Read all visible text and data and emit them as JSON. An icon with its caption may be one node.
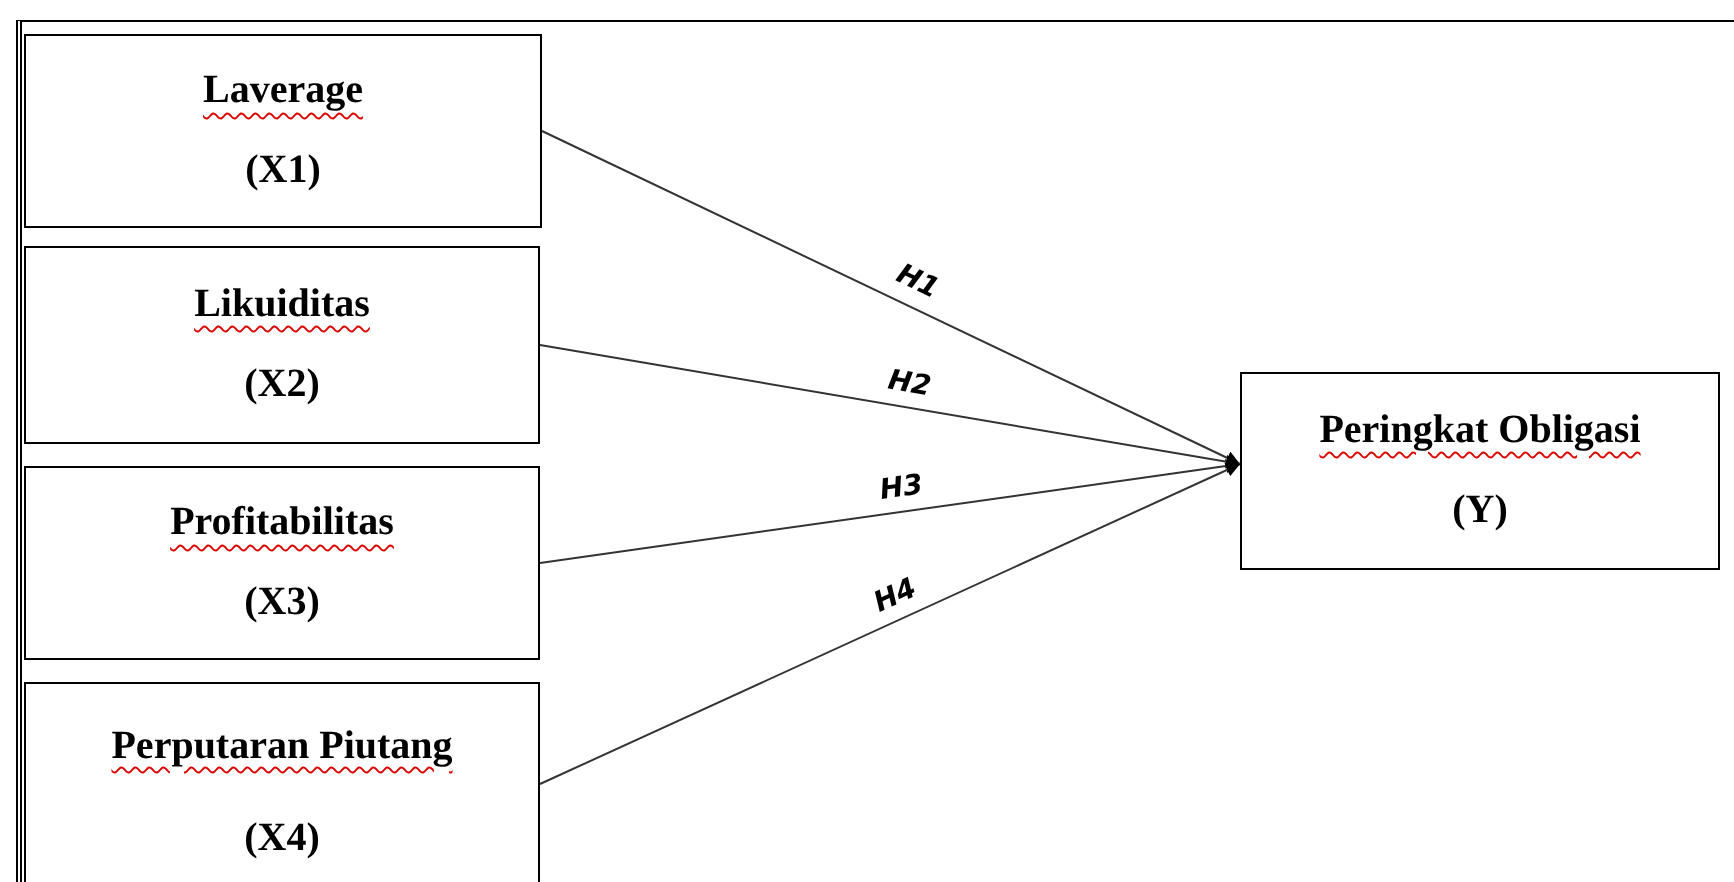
{
  "diagram": {
    "nodes": [
      {
        "text": [
          "Laverage",
          "(X1)"
        ]
      },
      {
        "text": [
          "Likuiditas",
          "(X2)"
        ]
      },
      {
        "text": [
          "Profitabilitas",
          "(X3)"
        ]
      },
      {
        "text": [
          "Perputaran Piutang",
          "(X4)"
        ]
      },
      {
        "text": [
          "Peringkat Obligasi",
          "(Y)"
        ]
      }
    ],
    "edges": [
      {
        "from": 0,
        "to": 4,
        "arrow": "to",
        "label": "H1"
      },
      {
        "from": 1,
        "to": 4,
        "arrow": "to",
        "label": "H2"
      },
      {
        "from": 2,
        "to": 4,
        "arrow": "to",
        "label": "H3"
      },
      {
        "from": 3,
        "to": 4,
        "arrow": "to",
        "label": "H4"
      }
    ]
  }
}
